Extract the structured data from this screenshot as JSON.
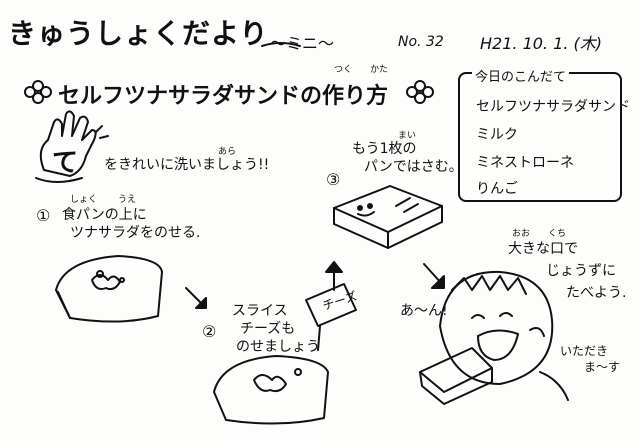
{
  "header": {
    "title": "きゅうしょくだより",
    "subtitle": "〜ミニ〜",
    "issue_no": "No. 32",
    "date": "H21. 10. 1. (木)"
  },
  "recipe": {
    "heading_main": "セルフツナサラダサンドの",
    "heading_tail": "作り方",
    "ruby_tsuku": "つく",
    "ruby_kata": "かた"
  },
  "menu": {
    "title": "今日のこんだて",
    "items": [
      "セルフツナサラダサンド",
      "ミルク",
      "ミネストローネ",
      "りんご"
    ]
  },
  "steps": {
    "wash_icon_text": "て",
    "wash_text": "をきれいに洗いましょう!!",
    "wash_ruby": "あら",
    "step1_num": "①",
    "step1_line1": "食パンの上に",
    "step1_line2": "ツナサラダをのせる.",
    "step1_ruby_shoku": "しょく",
    "step1_ruby_ue": "うえ",
    "step2_num": "②",
    "step2_line1": "スライス",
    "step2_line2": "チーズも",
    "step2_line3": "のせましょう",
    "cheese_label": "チーズ",
    "step3_num": "③",
    "step3_line1": "もう1枚の",
    "step3_line2": "パンではさむ。",
    "step3_ruby_mai": "まい"
  },
  "eating": {
    "speech_open": "あ〜ん!",
    "big_mouth_line1": "大きな口で",
    "big_mouth_line2": "じょうずに",
    "big_mouth_line3": "たべよう.",
    "ruby_oo": "おお",
    "ruby_kuchi": "くち",
    "itadakimasu_line1": "いただき",
    "itadakimasu_line2": "ま〜す"
  }
}
